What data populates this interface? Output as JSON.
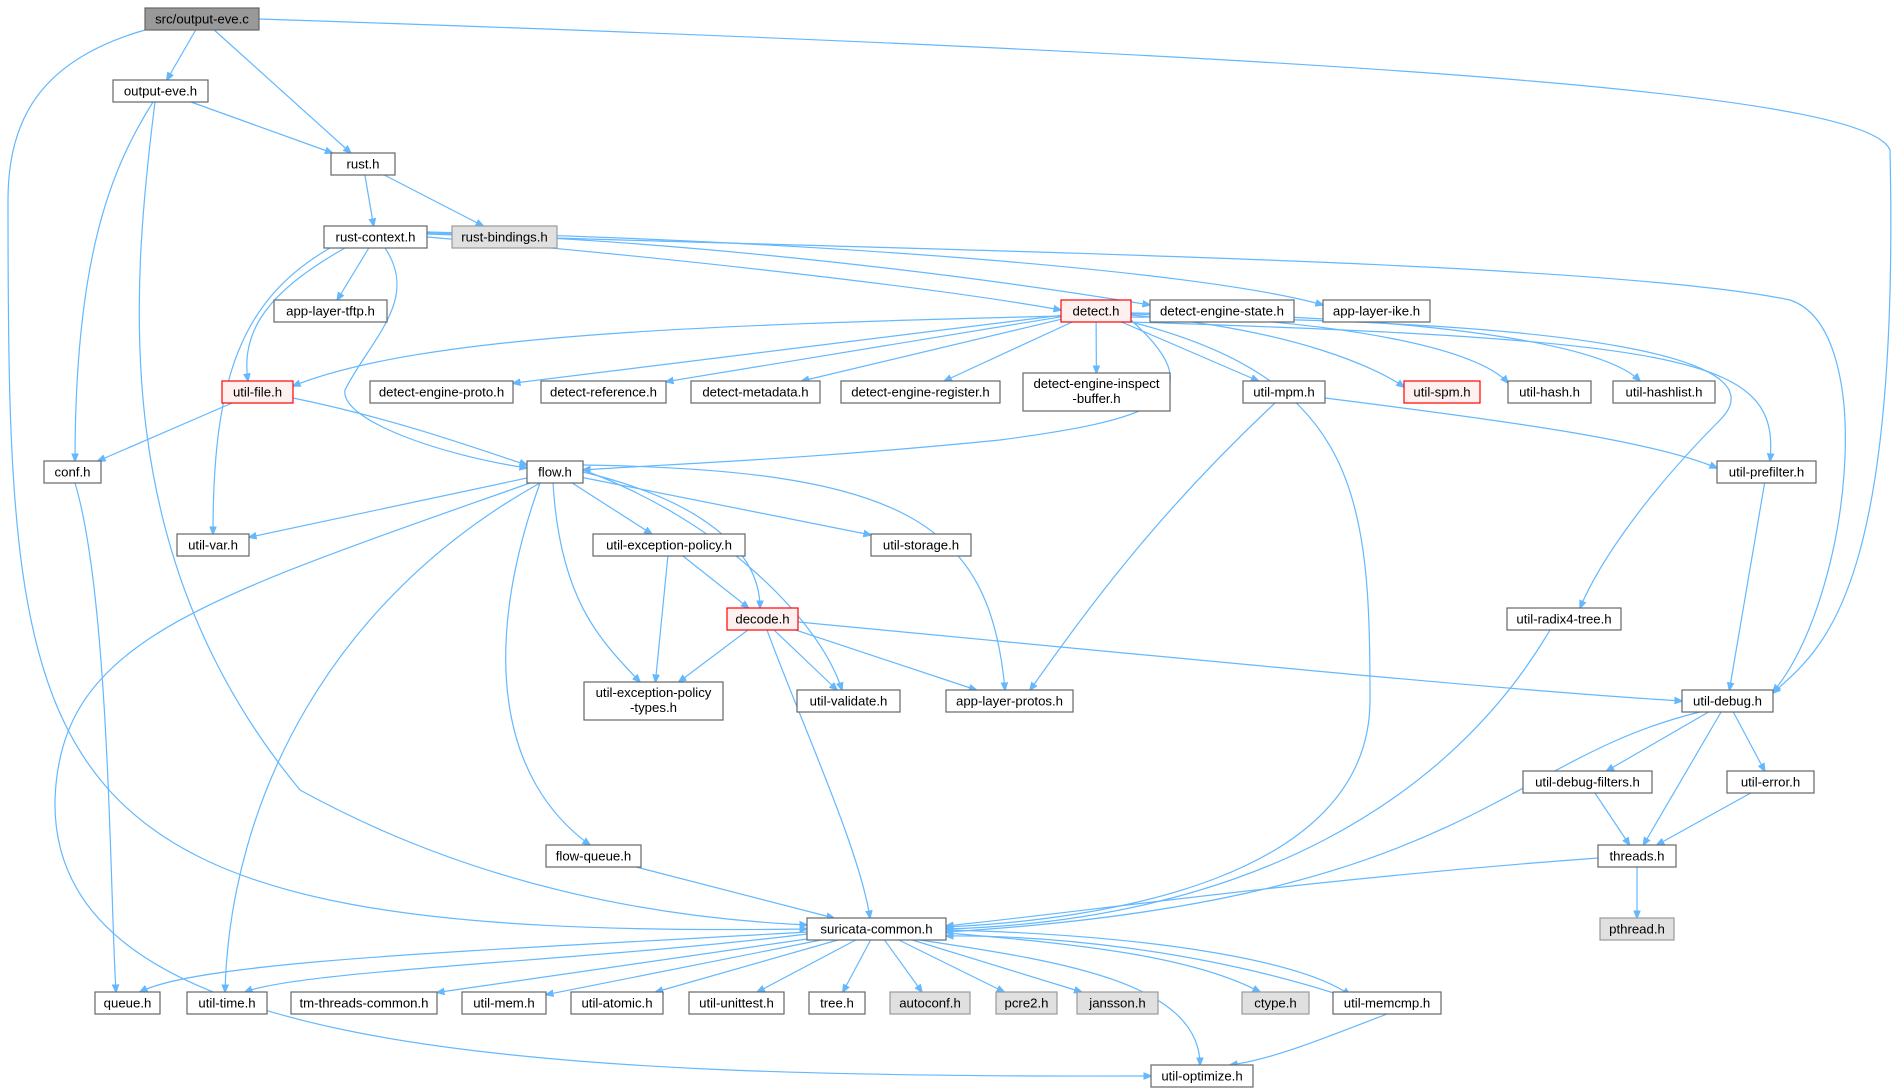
{
  "graph": {
    "title": "src/output-eve.c",
    "colors": {
      "edge": "#63b8ff",
      "node_border": "#666666",
      "node_fill": "#ffffff",
      "root_fill": "#999999",
      "system_fill": "#e0e0e0",
      "system_border": "#999999",
      "incomplete_border": "#ff0000",
      "incomplete_fill": "#fff0f0"
    },
    "nodes": [
      {
        "id": "root",
        "label": "src/output-eve.c",
        "kind": "root"
      },
      {
        "id": "output_eve",
        "label": "output-eve.h",
        "kind": "normal"
      },
      {
        "id": "rust",
        "label": "rust.h",
        "kind": "normal"
      },
      {
        "id": "rust_bindings",
        "label": "rust-bindings.h",
        "kind": "system"
      },
      {
        "id": "rust_context",
        "label": "rust-context.h",
        "kind": "normal"
      },
      {
        "id": "app_tftp",
        "label": "app-layer-tftp.h",
        "kind": "normal"
      },
      {
        "id": "detect",
        "label": "detect.h",
        "kind": "incomplete"
      },
      {
        "id": "det_state",
        "label": "detect-engine-state.h",
        "kind": "normal"
      },
      {
        "id": "app_ike",
        "label": "app-layer-ike.h",
        "kind": "normal"
      },
      {
        "id": "util_file",
        "label": "util-file.h",
        "kind": "incomplete"
      },
      {
        "id": "det_proto",
        "label": "detect-engine-proto.h",
        "kind": "normal"
      },
      {
        "id": "det_ref",
        "label": "detect-reference.h",
        "kind": "normal"
      },
      {
        "id": "det_meta",
        "label": "detect-metadata.h",
        "kind": "normal"
      },
      {
        "id": "det_reg",
        "label": "detect-engine-register.h",
        "kind": "normal"
      },
      {
        "id": "det_insp",
        "label": "detect-engine-inspect\n-buffer.h",
        "kind": "normal"
      },
      {
        "id": "util_mpm",
        "label": "util-mpm.h",
        "kind": "normal"
      },
      {
        "id": "util_spm",
        "label": "util-spm.h",
        "kind": "incomplete"
      },
      {
        "id": "util_hash",
        "label": "util-hash.h",
        "kind": "normal"
      },
      {
        "id": "util_hashlist",
        "label": "util-hashlist.h",
        "kind": "normal"
      },
      {
        "id": "conf",
        "label": "conf.h",
        "kind": "normal"
      },
      {
        "id": "flow",
        "label": "flow.h",
        "kind": "normal"
      },
      {
        "id": "util_prefilter",
        "label": "util-prefilter.h",
        "kind": "normal"
      },
      {
        "id": "util_var",
        "label": "util-var.h",
        "kind": "normal"
      },
      {
        "id": "util_exc",
        "label": "util-exception-policy.h",
        "kind": "normal"
      },
      {
        "id": "util_storage",
        "label": "util-storage.h",
        "kind": "normal"
      },
      {
        "id": "decode",
        "label": "decode.h",
        "kind": "incomplete"
      },
      {
        "id": "util_radix",
        "label": "util-radix4-tree.h",
        "kind": "normal"
      },
      {
        "id": "util_exc_types",
        "label": "util-exception-policy\n-types.h",
        "kind": "normal"
      },
      {
        "id": "util_validate",
        "label": "util-validate.h",
        "kind": "normal"
      },
      {
        "id": "app_protos",
        "label": "app-layer-protos.h",
        "kind": "normal"
      },
      {
        "id": "util_debug",
        "label": "util-debug.h",
        "kind": "normal"
      },
      {
        "id": "util_debug_filters",
        "label": "util-debug-filters.h",
        "kind": "normal"
      },
      {
        "id": "util_error",
        "label": "util-error.h",
        "kind": "normal"
      },
      {
        "id": "flow_queue",
        "label": "flow-queue.h",
        "kind": "normal"
      },
      {
        "id": "threads",
        "label": "threads.h",
        "kind": "normal"
      },
      {
        "id": "suricata_common",
        "label": "suricata-common.h",
        "kind": "normal"
      },
      {
        "id": "pthread",
        "label": "pthread.h",
        "kind": "system"
      },
      {
        "id": "queue",
        "label": "queue.h",
        "kind": "normal"
      },
      {
        "id": "util_time",
        "label": "util-time.h",
        "kind": "normal"
      },
      {
        "id": "tm_threads",
        "label": "tm-threads-common.h",
        "kind": "normal"
      },
      {
        "id": "util_mem",
        "label": "util-mem.h",
        "kind": "normal"
      },
      {
        "id": "util_atomic",
        "label": "util-atomic.h",
        "kind": "normal"
      },
      {
        "id": "util_unittest",
        "label": "util-unittest.h",
        "kind": "normal"
      },
      {
        "id": "tree",
        "label": "tree.h",
        "kind": "normal"
      },
      {
        "id": "autoconf",
        "label": "autoconf.h",
        "kind": "system"
      },
      {
        "id": "pcre2",
        "label": "pcre2.h",
        "kind": "system"
      },
      {
        "id": "jansson",
        "label": "jansson.h",
        "kind": "system"
      },
      {
        "id": "ctype",
        "label": "ctype.h",
        "kind": "system"
      },
      {
        "id": "util_memcmp",
        "label": "util-memcmp.h",
        "kind": "normal"
      },
      {
        "id": "util_optimize",
        "label": "util-optimize.h",
        "kind": "normal"
      }
    ],
    "edges": [
      [
        "root",
        "output_eve"
      ],
      [
        "root",
        "rust"
      ],
      [
        "root",
        "util_debug"
      ],
      [
        "root",
        "suricata_common"
      ],
      [
        "output_eve",
        "rust"
      ],
      [
        "output_eve",
        "conf"
      ],
      [
        "output_eve",
        "suricata_common"
      ],
      [
        "rust",
        "rust_context"
      ],
      [
        "rust",
        "rust_bindings"
      ],
      [
        "rust_context",
        "app_tftp"
      ],
      [
        "rust_context",
        "detect"
      ],
      [
        "rust_context",
        "det_state"
      ],
      [
        "rust_context",
        "app_ike"
      ],
      [
        "rust_context",
        "util_file"
      ],
      [
        "rust_context",
        "flow"
      ],
      [
        "rust_context",
        "util_var"
      ],
      [
        "rust_context",
        "util_debug"
      ],
      [
        "detect",
        "util_file"
      ],
      [
        "detect",
        "det_proto"
      ],
      [
        "detect",
        "det_ref"
      ],
      [
        "detect",
        "det_meta"
      ],
      [
        "detect",
        "det_reg"
      ],
      [
        "detect",
        "det_insp"
      ],
      [
        "detect",
        "util_mpm"
      ],
      [
        "detect",
        "util_spm"
      ],
      [
        "detect",
        "util_hash"
      ],
      [
        "detect",
        "util_hashlist"
      ],
      [
        "detect",
        "util_prefilter"
      ],
      [
        "detect",
        "util_radix"
      ],
      [
        "detect",
        "flow"
      ],
      [
        "detect",
        "suricata_common"
      ],
      [
        "util_file",
        "conf"
      ],
      [
        "util_file",
        "flow"
      ],
      [
        "util_mpm",
        "util_prefilter"
      ],
      [
        "util_mpm",
        "app_protos"
      ],
      [
        "conf",
        "queue"
      ],
      [
        "flow",
        "util_var"
      ],
      [
        "flow",
        "util_exc"
      ],
      [
        "flow",
        "util_storage"
      ],
      [
        "flow",
        "decode"
      ],
      [
        "flow",
        "util_exc_types"
      ],
      [
        "flow",
        "util_validate"
      ],
      [
        "flow",
        "app_protos"
      ],
      [
        "flow",
        "flow_queue"
      ],
      [
        "flow",
        "util_time"
      ],
      [
        "flow",
        "util_optimize"
      ],
      [
        "util_prefilter",
        "util_debug"
      ],
      [
        "util_exc",
        "decode"
      ],
      [
        "util_exc",
        "util_exc_types"
      ],
      [
        "decode",
        "util_exc_types"
      ],
      [
        "decode",
        "util_validate"
      ],
      [
        "decode",
        "app_protos"
      ],
      [
        "decode",
        "util_debug"
      ],
      [
        "decode",
        "suricata_common"
      ],
      [
        "util_radix",
        "suricata_common"
      ],
      [
        "util_debug",
        "util_debug_filters"
      ],
      [
        "util_debug",
        "util_error"
      ],
      [
        "util_debug",
        "threads"
      ],
      [
        "util_debug",
        "suricata_common"
      ],
      [
        "util_debug_filters",
        "threads"
      ],
      [
        "util_error",
        "threads"
      ],
      [
        "flow_queue",
        "suricata_common"
      ],
      [
        "threads",
        "suricata_common"
      ],
      [
        "threads",
        "pthread"
      ],
      [
        "suricata_common",
        "queue"
      ],
      [
        "suricata_common",
        "util_time"
      ],
      [
        "suricata_common",
        "tm_threads"
      ],
      [
        "suricata_common",
        "util_mem"
      ],
      [
        "suricata_common",
        "util_atomic"
      ],
      [
        "suricata_common",
        "util_unittest"
      ],
      [
        "suricata_common",
        "tree"
      ],
      [
        "suricata_common",
        "autoconf"
      ],
      [
        "suricata_common",
        "pcre2"
      ],
      [
        "suricata_common",
        "jansson"
      ],
      [
        "suricata_common",
        "ctype"
      ],
      [
        "suricata_common",
        "util_memcmp"
      ],
      [
        "suricata_common",
        "util_optimize"
      ],
      [
        "util_memcmp",
        "suricata_common"
      ],
      [
        "util_memcmp",
        "util_optimize"
      ]
    ]
  }
}
